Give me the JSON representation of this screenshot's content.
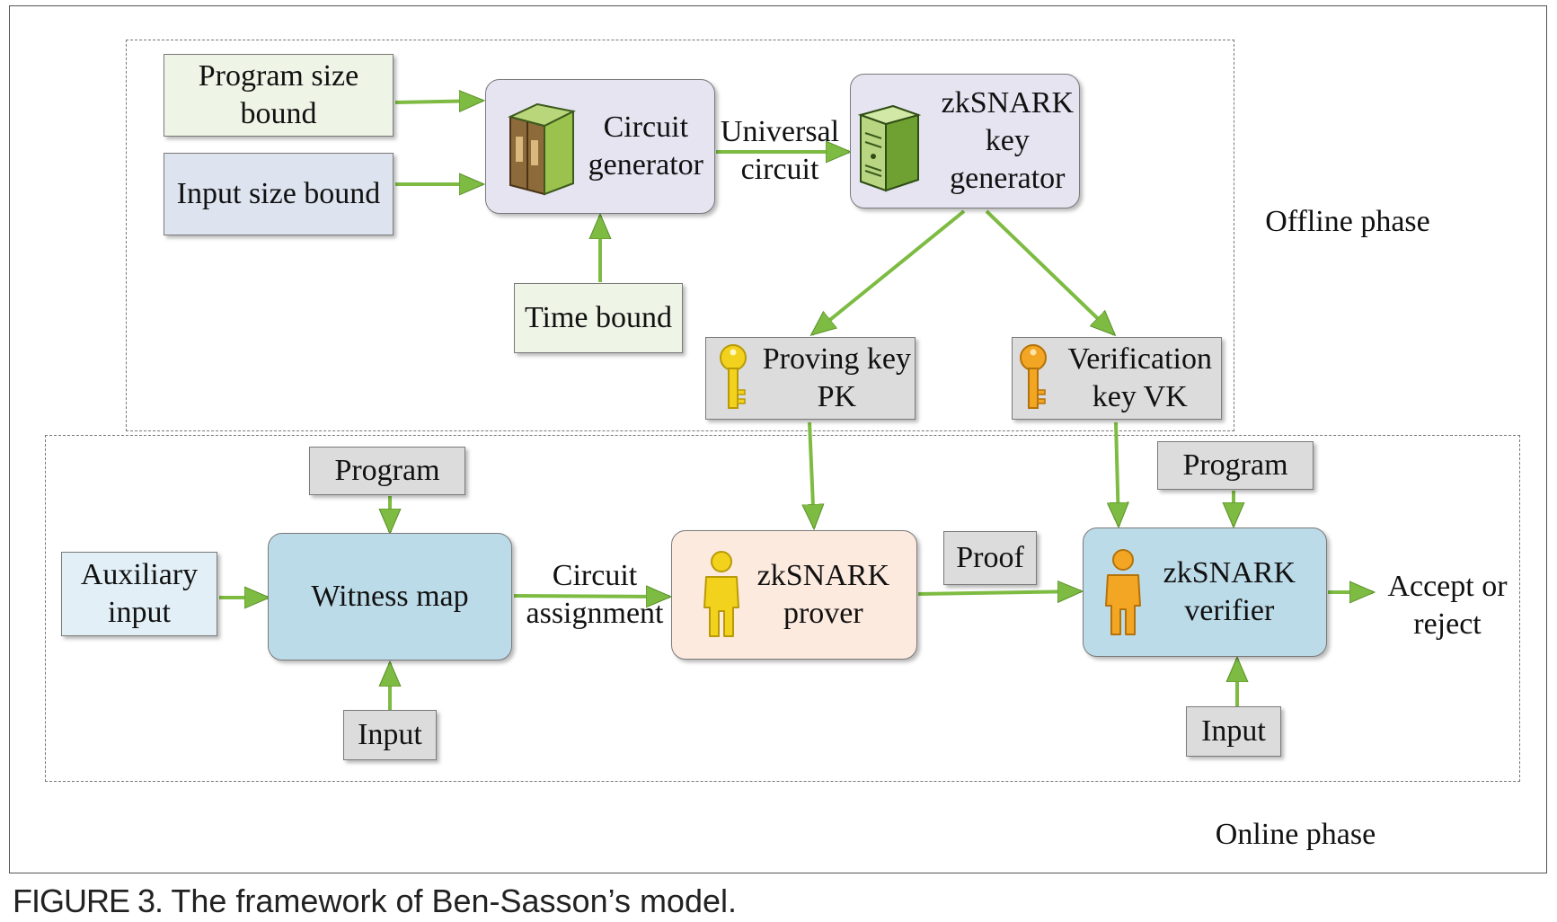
{
  "colors": {
    "arrow": "#7dbb42",
    "arrow_dark": "#5a8f28",
    "green_light": "#eef4e6",
    "blue_gray": "#dde4ef",
    "lavender": "#e6e4f1",
    "gray_box": "#dcdcdc",
    "blue_box": "#bcdbe8",
    "light_blue": "#e2eff7",
    "peach": "#fdeadf",
    "key_yellow": "#f2d21d",
    "key_orange": "#f3a623"
  },
  "regions": {
    "offline_label": "Offline phase",
    "online_label": "Online phase"
  },
  "nodes": {
    "program_size": "Program size\nbound",
    "input_size": "Input size bound",
    "circuit_gen": "Circuit\ngenerator",
    "universal": "Universal\ncircuit",
    "key_gen": "zkSNARK\nkey\ngenerator",
    "time_bound": "Time bound",
    "proving_key": "Proving key\nPK",
    "verification_key": "Verification\nkey VK",
    "program_left": "Program",
    "auxiliary": "Auxiliary\ninput",
    "witness_map": "Witness map",
    "circuit_assignment": "Circuit\nassignment",
    "input_left": "Input",
    "prover": "zkSNARK\nprover",
    "proof": "Proof",
    "program_right": "Program",
    "verifier": "zkSNARK\nverifier",
    "input_right": "Input",
    "accept": "Accept or\nreject"
  },
  "icons": {
    "circuit_gen": "fridge-cabinet-icon",
    "key_gen": "server-tower-icon",
    "proving_key": "key-yellow-icon",
    "verification_key": "key-orange-icon",
    "prover": "person-yellow-icon",
    "verifier": "person-orange-icon"
  },
  "caption": {
    "label": "FIGURE 3.",
    "text": " The framework of Ben-Sasson’s model."
  }
}
